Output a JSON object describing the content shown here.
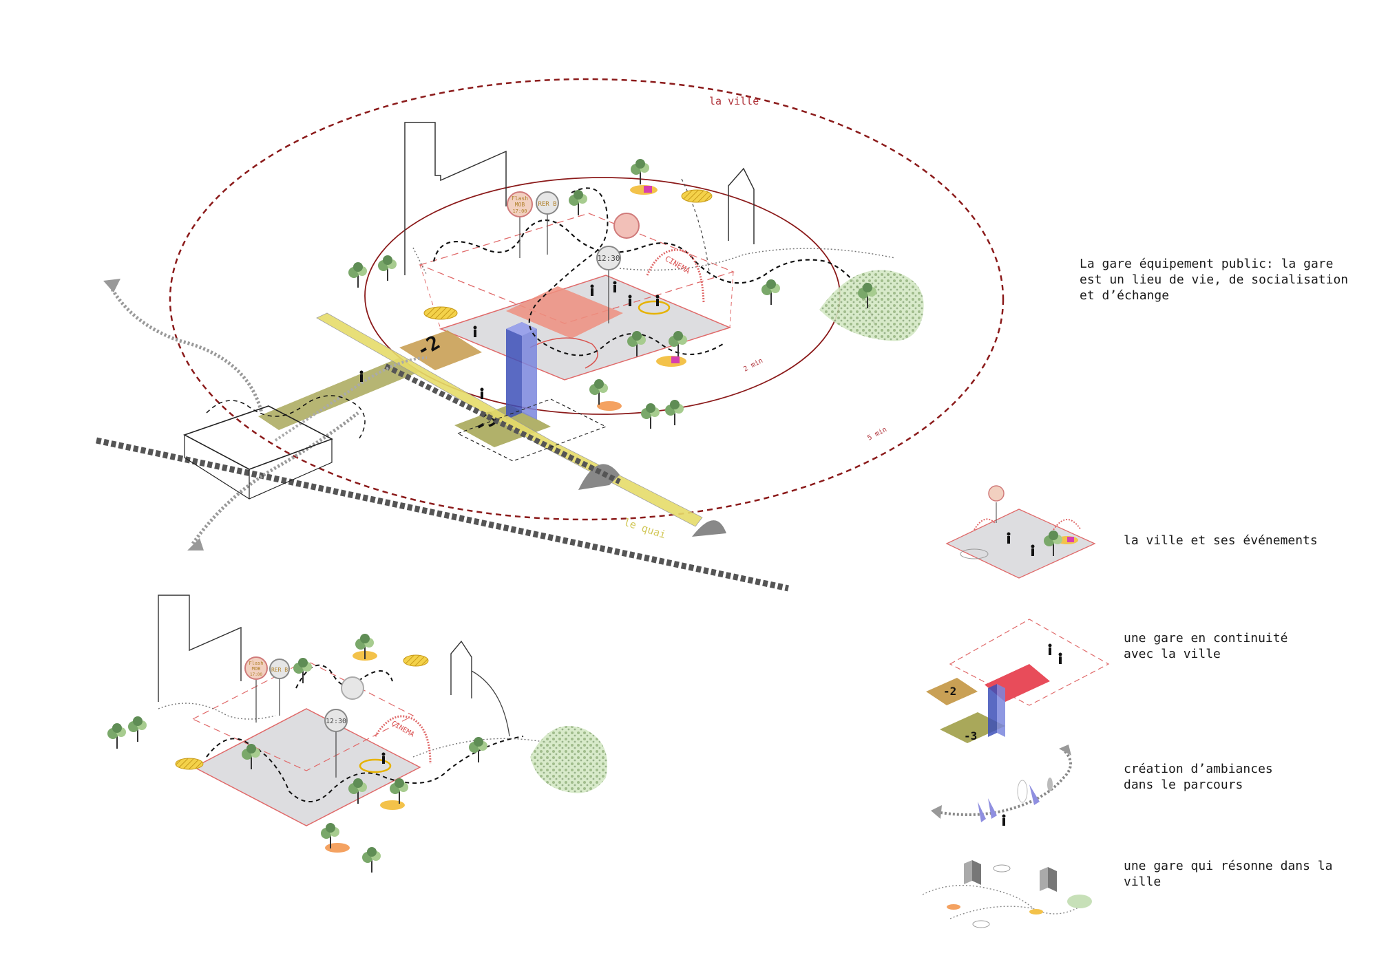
{
  "main_diagram": {
    "city_label": "la ville",
    "quay_label": "le quai",
    "ring_inner_label": "2 min",
    "ring_outer_label": "5 min",
    "level_minus_2": "-2",
    "level_minus_3": "-3",
    "clock_time": "12:30",
    "sign_flash": "Flash",
    "sign_mob": "MOB",
    "sign_time": "17:00",
    "sign_rer": "RER B",
    "cinema_label": "CINEMA"
  },
  "headline": {
    "text": "La gare équipement public: la gare est un lieu de vie, de socialisation et d’échange"
  },
  "small_diagram": {
    "clock_time": "12:30",
    "sign_flash": "Flash",
    "sign_mob": "MOB",
    "sign_time": "17:00",
    "sign_rer": "RER B",
    "cinema_label": "CINEMA"
  },
  "legend": {
    "items": [
      {
        "label": "la ville et ses événements"
      },
      {
        "label": "une gare en continuité avec la ville"
      },
      {
        "label": "création d’ambiances dans le parcours"
      },
      {
        "label": "une gare qui résonne dans la ville"
      }
    ]
  },
  "colors": {
    "city_ring": "#8b1a1a",
    "plaza_grey": "#dddde0",
    "plaza_outline": "#e06a6a",
    "path_black": "#111111",
    "quay_yellow": "#e6dc6a",
    "tower_blue": "#5566cc",
    "station_red": "#e84c5a",
    "level_ochre": "#c9a055",
    "level_olive": "#a9a85a",
    "vegetation_green": "#9fcf8a",
    "ambience_violet": "#8f8fe0"
  }
}
